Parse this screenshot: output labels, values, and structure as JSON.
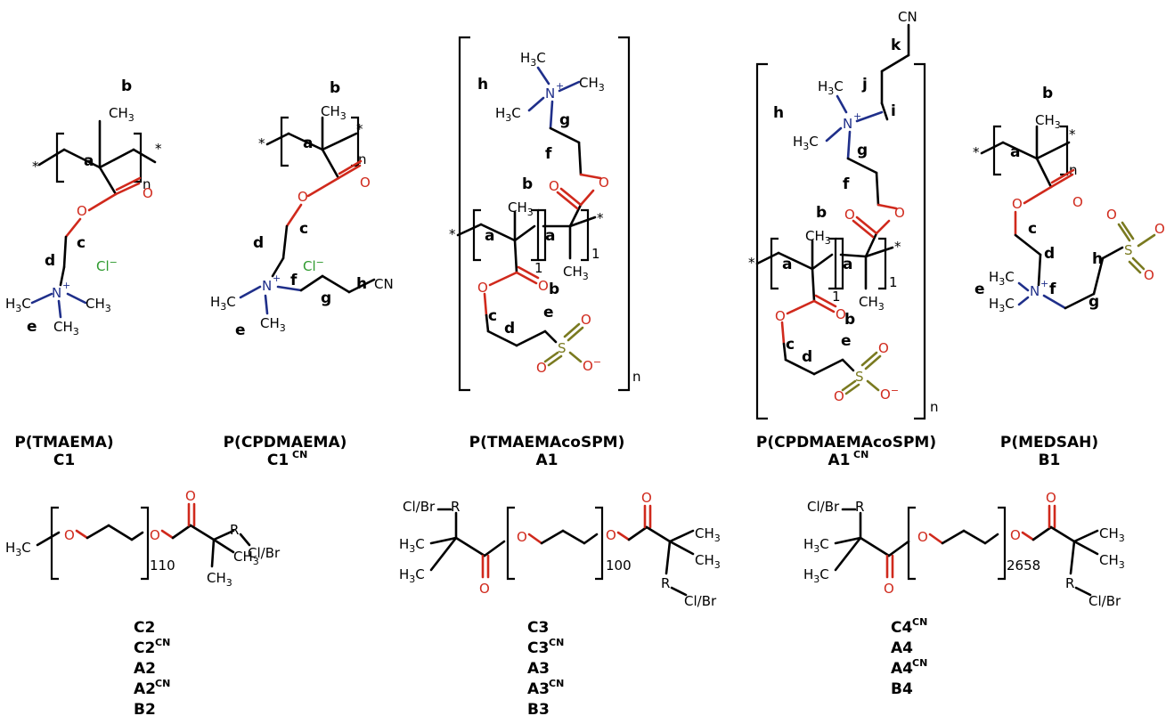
{
  "structures": {
    "c1": {
      "name": "P(TMAEMA)",
      "code": "C1"
    },
    "c1cn": {
      "name": "P(CPDMAEMA)",
      "code": "C1",
      "code_sup": "CN"
    },
    "a1": {
      "name": "P(TMAEMAcoSPM)",
      "code": "A1"
    },
    "a1cn": {
      "name": "P(CPDMAEMAcoSPM)",
      "code": "A1",
      "code_sup": "CN"
    },
    "b1": {
      "name": "P(MEDSAH)",
      "code": "B1"
    }
  },
  "peg": {
    "p1": {
      "repeat": "110",
      "end": "Cl/Br",
      "codes": [
        "C2",
        "C2",
        "A2",
        "A2",
        "B2"
      ],
      "sups": [
        "",
        "CN",
        "",
        "CN",
        ""
      ]
    },
    "p2": {
      "repeat": "100",
      "end": "Cl/Br",
      "codes": [
        "C3",
        "C3",
        "A3",
        "A3",
        "B3"
      ],
      "sups": [
        "",
        "CN",
        "",
        "CN",
        ""
      ]
    },
    "p3": {
      "repeat": "2658",
      "end": "Cl/Br",
      "codes": [
        "C4",
        "A4",
        "A4",
        "B4"
      ],
      "sups": [
        "CN",
        "",
        "CN",
        ""
      ]
    }
  },
  "atoms": {
    "ch3": "CH",
    "h3c": "H",
    "three": "3",
    "c": "C",
    "n": "N",
    "o": "O",
    "s": "S",
    "cn": "CN",
    "cl": "Cl",
    "r": "R",
    "plus": "+",
    "minus": "−",
    "n_sub": "n",
    "one": "1",
    "star": "*"
  },
  "letters": {
    "a": "a",
    "b": "b",
    "c": "c",
    "d": "d",
    "e": "e",
    "f": "f",
    "g": "g",
    "h": "h",
    "i": "i",
    "j": "j",
    "k": "k"
  }
}
